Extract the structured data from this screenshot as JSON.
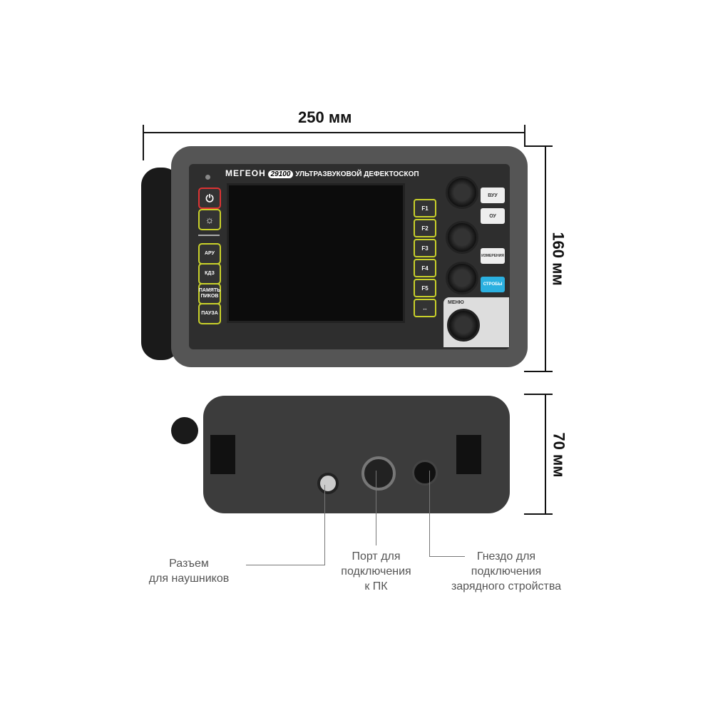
{
  "dimensions": {
    "width": "250 мм",
    "height": "160 мм",
    "depth": "70 мм"
  },
  "device": {
    "brand": "МЕГЕОН",
    "model": "29100",
    "title": "УЛЬТРАЗВУКОВОЙ ДЕФЕКТОСКОП",
    "left_buttons": [
      "АРУ",
      "КДЗ",
      "ПАМЯТЬ ПИКОВ",
      "ПАУЗА"
    ],
    "f_buttons": [
      "F1",
      "F2",
      "F3",
      "F4",
      "F5"
    ],
    "right_buttons": {
      "vuu": "ВУУ",
      "ou": "ОУ",
      "measure": "ИЗМЕРЕНИЯ",
      "gates": "СТРОБЫ"
    },
    "menu_label": "МЕНЮ"
  },
  "callouts": {
    "headphones": [
      "Разъем",
      "для наушников"
    ],
    "pc_port": [
      "Порт для",
      "подключения",
      "к ПК"
    ],
    "charger": [
      "Гнездо для",
      "подключения",
      "зарядного стройства"
    ]
  }
}
